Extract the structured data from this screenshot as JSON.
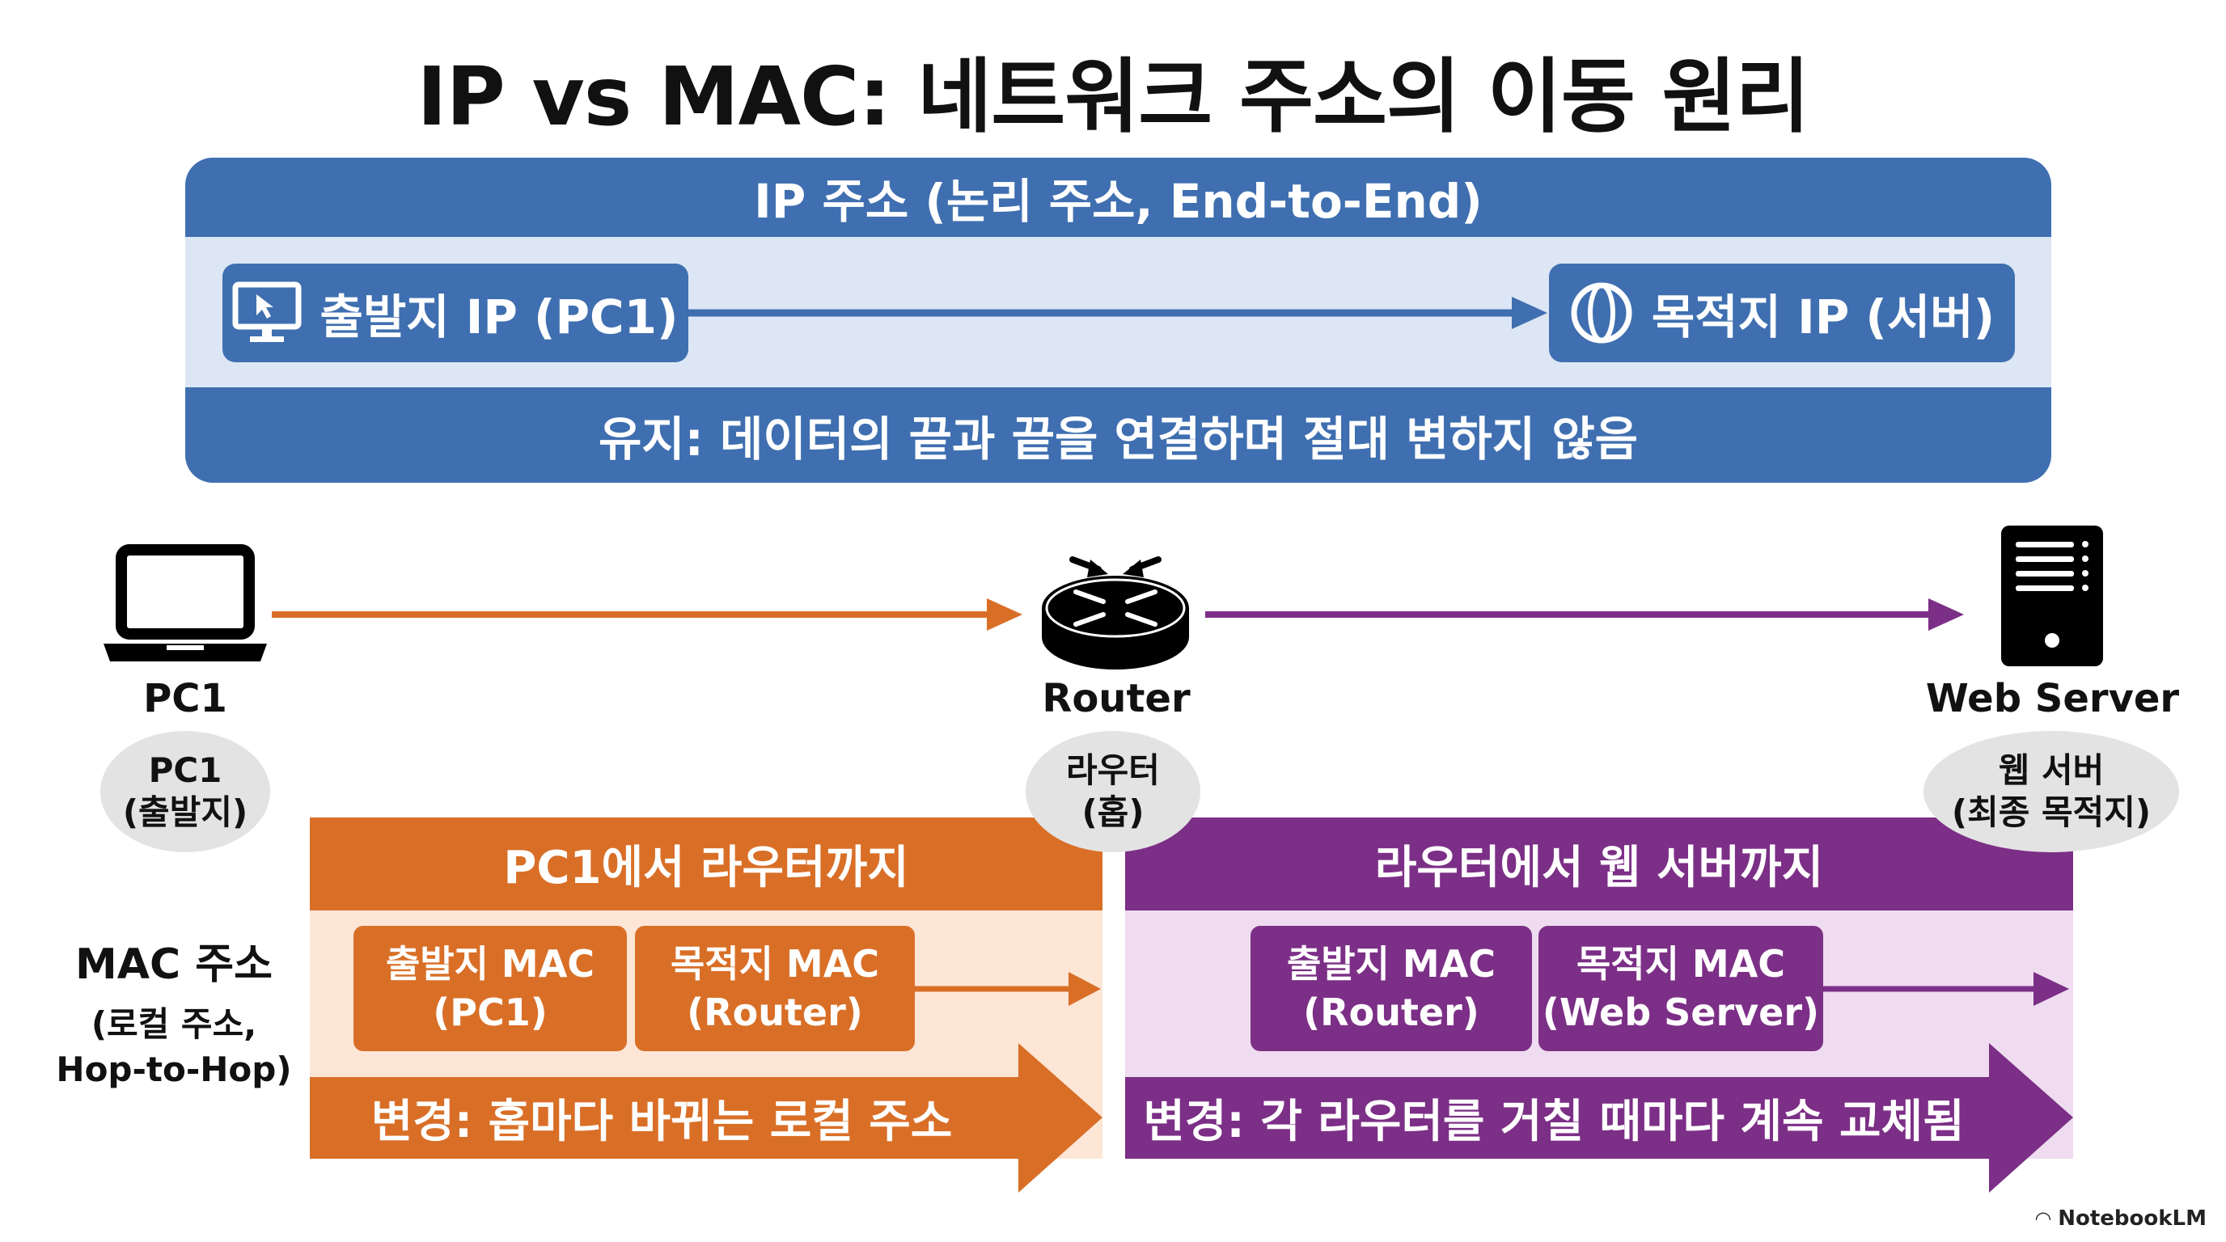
{
  "title": "IP vs MAC: 네트워크 주소의 이동 원리",
  "ip_section": {
    "header": "IP 주소 (논리 주소, End-to-End)",
    "source": "출발지 IP (PC1)",
    "destination": "목적지 IP (서버)",
    "footer": "유지: 데이터의 끝과 끝을 연결하며 절대 변하지 않음",
    "color": "#3f6fb0"
  },
  "devices": {
    "pc": {
      "label": "PC1",
      "bubble_line1": "PC1",
      "bubble_line2": "(출발지)",
      "icon": "laptop-icon"
    },
    "router": {
      "label": "Router",
      "bubble_line1": "라우터",
      "bubble_line2": "(홉)",
      "icon": "router-icon"
    },
    "server": {
      "label": "Web Server",
      "bubble_line1": "웹 서버",
      "bubble_line2": "(최종 목적지)",
      "icon": "server-icon"
    }
  },
  "mac_label": {
    "line1": "MAC 주소",
    "line2": "(로컬 주소,",
    "line3": "Hop-to-Hop)"
  },
  "segments": {
    "pc_to_router": {
      "header": "PC1에서 라우터까지",
      "src_line1": "출발지 MAC",
      "src_line2": "(PC1)",
      "dst_line1": "목적지 MAC",
      "dst_line2": "(Router)",
      "band": "변경: 홉마다 바뀌는 로컬 주소",
      "color": "#d96f27"
    },
    "router_to_server": {
      "header": "라우터에서 웹 서버까지",
      "src_line1": "출발지 MAC",
      "src_line2": "(Router)",
      "dst_line1": "목적지 MAC",
      "dst_line2": "(Web Server)",
      "band": "변경: 각 라우터를 거칠 때마다 계속 교체됨",
      "color": "#7c2f86"
    }
  },
  "footer": {
    "brand": "NotebookLM"
  }
}
